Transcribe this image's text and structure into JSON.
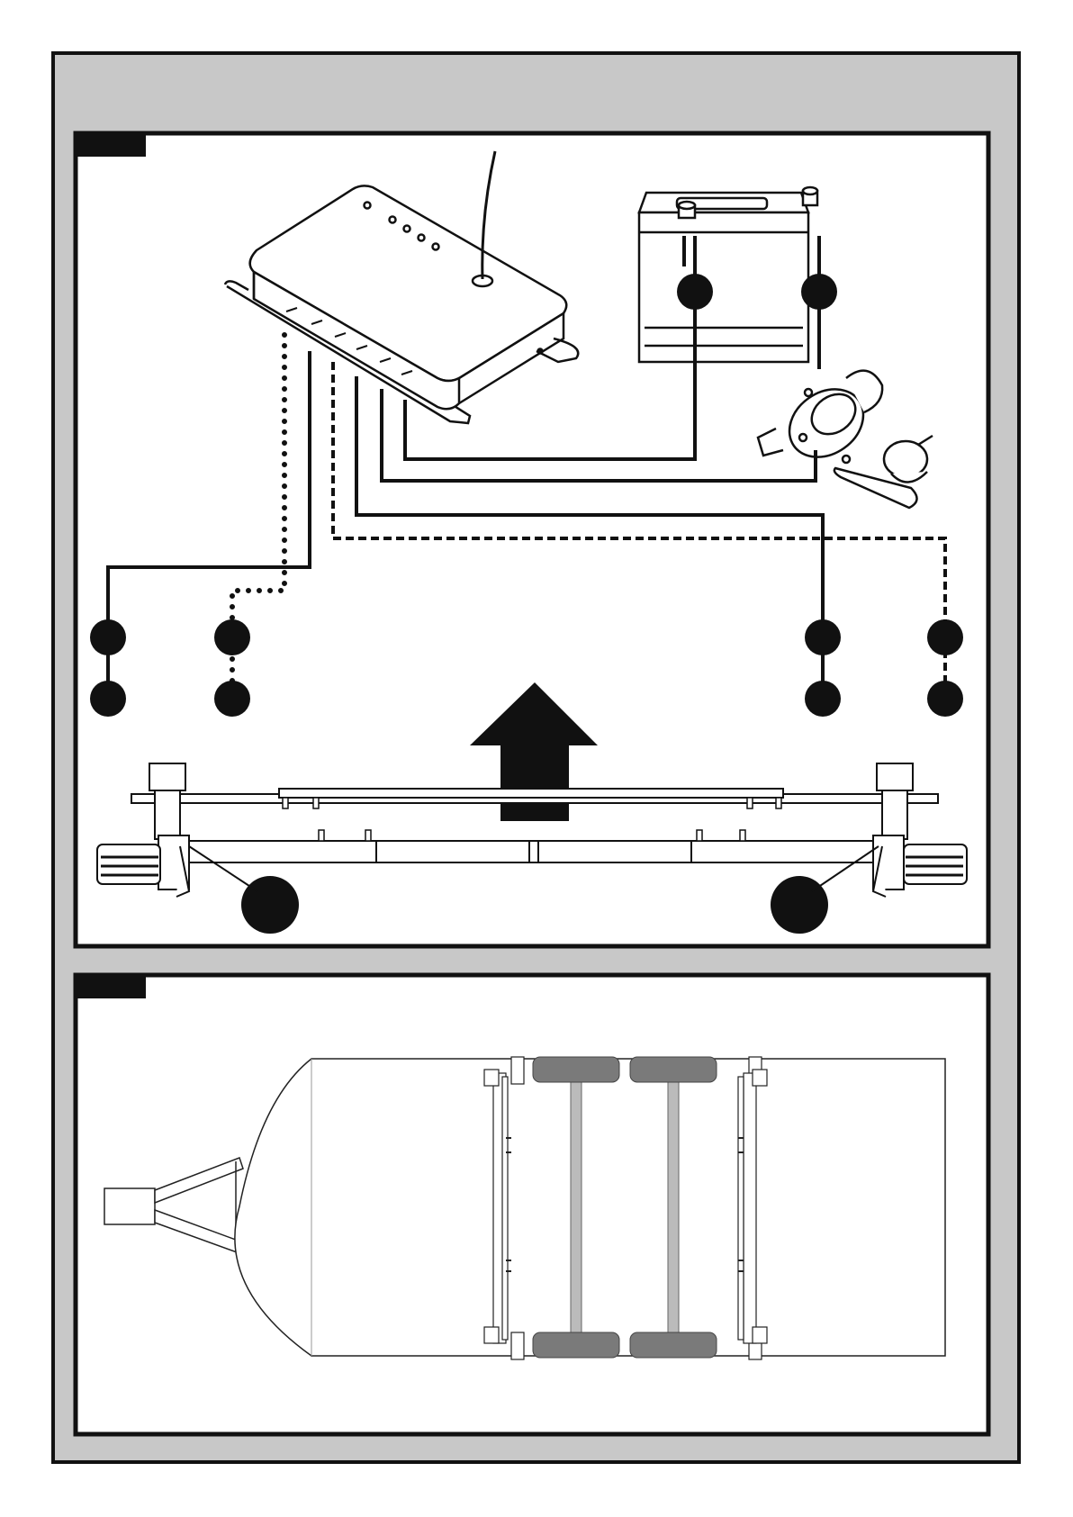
{
  "page": {
    "background_color": "#ffffff",
    "frame_color": "#c8c8c8",
    "line_color": "#111111",
    "panel_background": "#ffffff",
    "roller_fill": "#7a7a7a",
    "hull_stroke": "#222222"
  },
  "panel_top": {
    "tab_label": "",
    "callouts": [
      {
        "id": "battery-left-terminal",
        "label": ""
      },
      {
        "id": "battery-right-terminal",
        "label": ""
      },
      {
        "id": "left-upper",
        "label": ""
      },
      {
        "id": "left-lower",
        "label": ""
      },
      {
        "id": "mid-left-upper",
        "label": ""
      },
      {
        "id": "mid-left-lower",
        "label": ""
      },
      {
        "id": "right-mid-upper",
        "label": ""
      },
      {
        "id": "right-mid-lower",
        "label": ""
      },
      {
        "id": "right-upper",
        "label": ""
      },
      {
        "id": "right-lower",
        "label": ""
      },
      {
        "id": "axle-left",
        "label": ""
      },
      {
        "id": "axle-right",
        "label": ""
      }
    ],
    "icons": [
      "control-box-icon",
      "antenna-icon",
      "battery-icon",
      "socket-plug-icon",
      "forward-arrow-icon",
      "roller-axle-icon"
    ]
  },
  "panel_bottom": {
    "tab_label": "",
    "icons": [
      "trailer-hitch-icon",
      "boat-hull-icon",
      "roller-bunk-icon"
    ]
  }
}
